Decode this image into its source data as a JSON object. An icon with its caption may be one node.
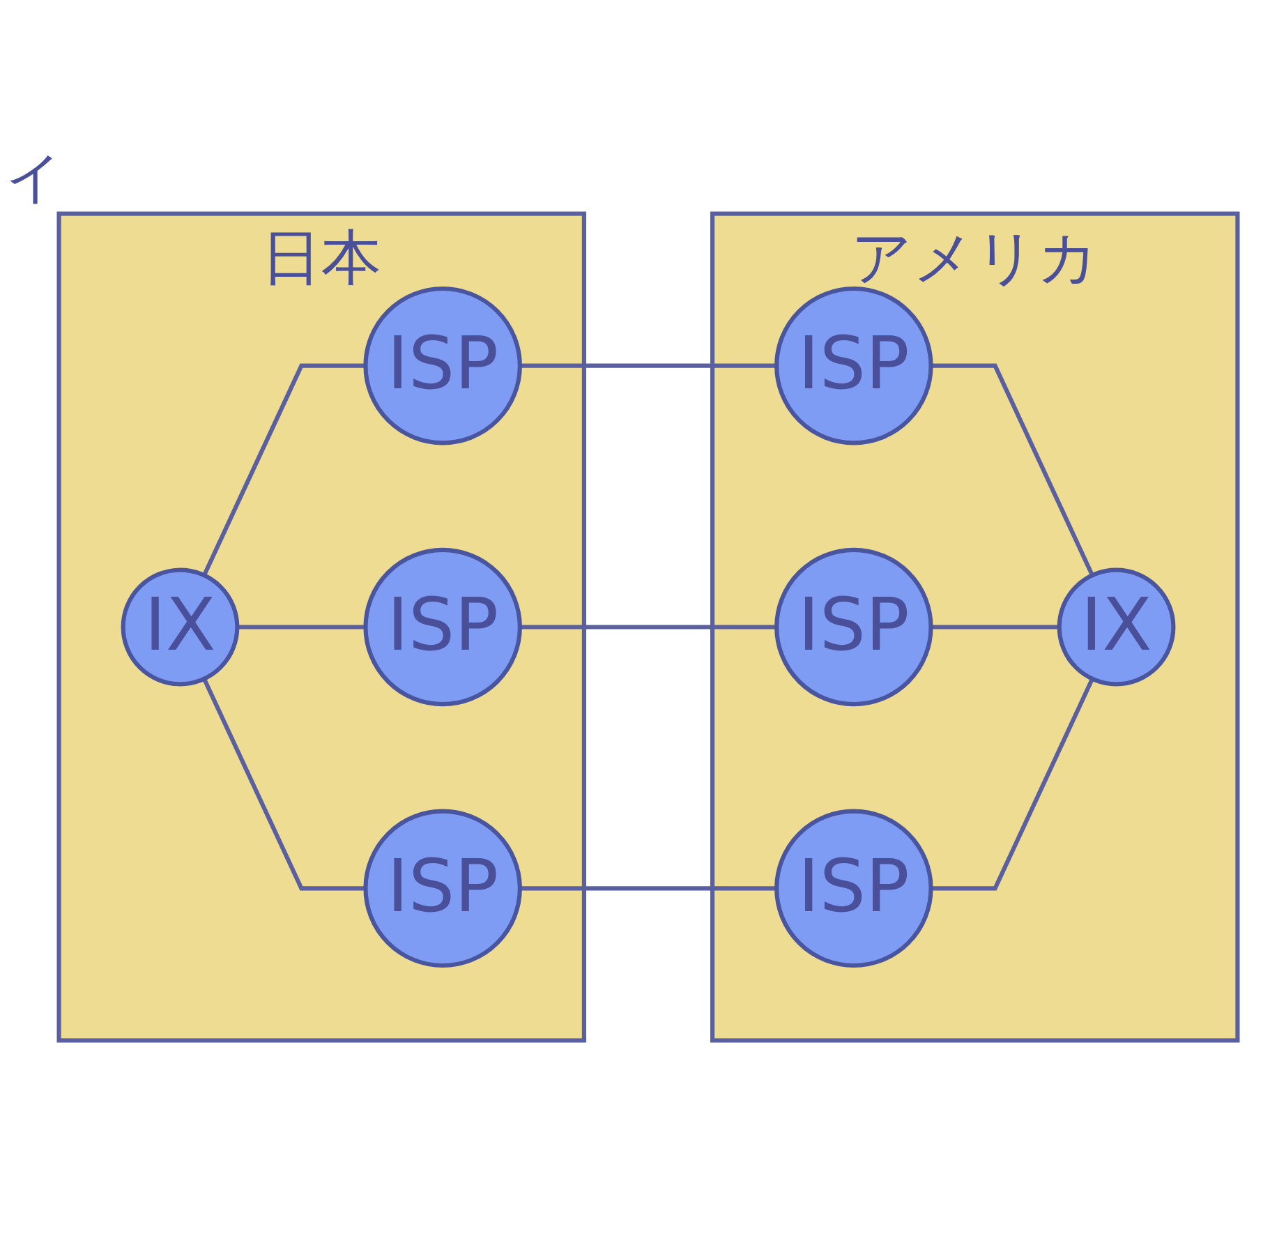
{
  "diagram": {
    "nodes": [
      {
        "text": [
          "日本"
        ]
      },
      {
        "text": [
          "IX"
        ],
        "in": 0
      },
      {
        "text": [
          "ISP"
        ],
        "in": 0
      },
      {
        "text": [
          "ISP"
        ],
        "in": 0
      },
      {
        "text": [
          "ISP"
        ],
        "in": 0
      },
      {
        "text": [
          "アメリカ"
        ]
      },
      {
        "text": [
          "ISP"
        ],
        "in": 5
      },
      {
        "text": [
          "ISP"
        ],
        "in": 5
      },
      {
        "text": [
          "ISP"
        ],
        "in": 5
      },
      {
        "text": [
          "IX"
        ],
        "in": 5
      }
    ],
    "edges": [
      {
        "from": 1,
        "to": 2,
        "arrow": "none"
      },
      {
        "from": 1,
        "to": 3,
        "arrow": "none"
      },
      {
        "from": 1,
        "to": 4,
        "arrow": "none"
      },
      {
        "from": 2,
        "to": 6,
        "arrow": "none"
      },
      {
        "from": 3,
        "to": 7,
        "arrow": "none"
      },
      {
        "from": 4,
        "to": 8,
        "arrow": "none"
      },
      {
        "from": 6,
        "to": 9,
        "arrow": "none"
      },
      {
        "from": 7,
        "to": 9,
        "arrow": "none"
      },
      {
        "from": 8,
        "to": 9,
        "arrow": "none"
      }
    ],
    "labels": [
      "イ"
    ]
  }
}
